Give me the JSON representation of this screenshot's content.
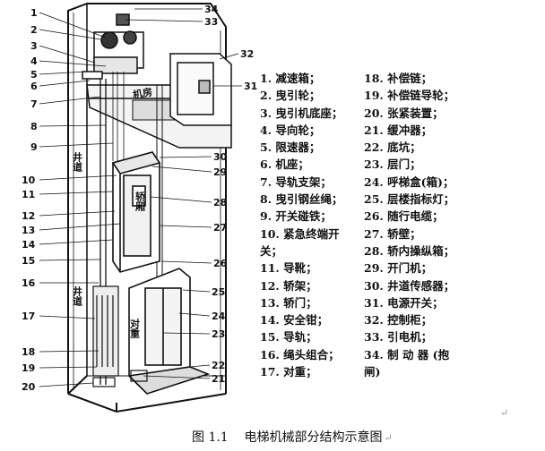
{
  "diagram": {
    "hoistway_label_upper": "井道",
    "hoistway_label_lower": "井道",
    "machine_room_label": "机房",
    "car_label": "轿厢",
    "counterweight_label": "对重"
  },
  "callouts_left": [
    "1",
    "2",
    "3",
    "4",
    "5",
    "6",
    "7",
    "8",
    "9",
    "10",
    "11",
    "12",
    "13",
    "14",
    "15",
    "16",
    "17",
    "18",
    "19",
    "20"
  ],
  "callouts_right": [
    "34",
    "33",
    "32",
    "31",
    "30",
    "29",
    "28",
    "27",
    "26",
    "25",
    "24",
    "23",
    "22",
    "21"
  ],
  "legend_left": [
    "1. 减速箱；",
    "2. 曳引轮；",
    "3. 曳引机底座；",
    "4. 导向轮；",
    "5. 限速器；",
    "6. 机座；",
    "7. 导轨支架；",
    "8. 曳引钢丝绳；",
    "9. 开关碰铁；",
    "10. 紧急终端开",
    "关；",
    "11. 导靴；",
    "12. 轿架；",
    "13. 轿门；",
    "14. 安全钳；",
    "15. 导轨；",
    "16. 绳头组合；",
    "17. 对重；"
  ],
  "legend_right": [
    "18. 补偿链；",
    "19. 补偿链导轮；",
    "20. 张紧装置；",
    "21. 缓冲器；",
    "22. 底坑；",
    "23. 层门；",
    "24. 呼梯盒(箱)；",
    "25. 层楼指标灯；",
    "26. 随行电缆；",
    "27. 轿壁；",
    "28. 轿内操纵箱；",
    "29. 开门机；",
    "30. 井道传感器；",
    "31. 电源开关；",
    "32. 控制柜；",
    "33. 引电机；",
    "34. 制 动 器 (抱",
    "闸)"
  ],
  "caption": {
    "label": "图 1.1",
    "title": "电梯机械部分结构示意图",
    "mark": "↵"
  },
  "stray_mark": "↵"
}
